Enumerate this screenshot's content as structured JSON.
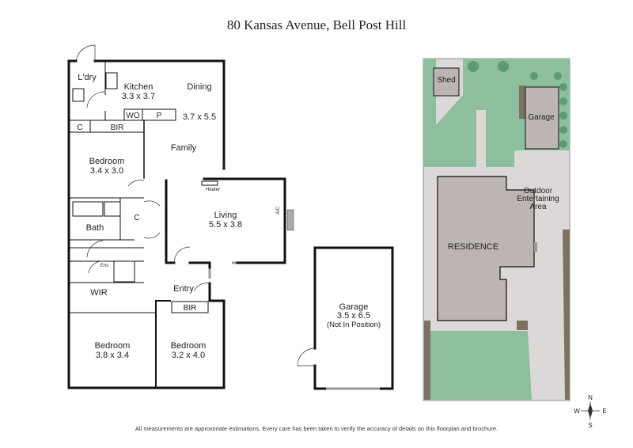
{
  "title": "80 Kansas Avenue, Bell Post Hill",
  "disclaimer": "All measurements are approximate estimations. Every care has been taken to verify the accuracy of details on this floorplan and brochure.",
  "floorplan": {
    "rooms": {
      "laundry": "L'dry",
      "kitchen": "Kitchen",
      "kitchen_size": "3.3 x 3.7",
      "dining": "Dining",
      "dining_size": "3.7 x 5.5",
      "wo": "WO",
      "pantry": "P",
      "cupboard1": "C",
      "bir1": "BIR",
      "family": "Family",
      "bedroom1": "Bedroom",
      "bedroom1_size": "3.4 x 3.0",
      "heater": "Heater",
      "bath": "Bath",
      "cupboard2": "C",
      "living": "Living",
      "living_size": "5.5 x 3.8",
      "ac": "A/C",
      "ens": "Ens",
      "wir": "WIR",
      "entry": "Entry",
      "bir2": "BIR",
      "bedroom2": "Bedroom",
      "bedroom2_size": "3.8 x 3.4",
      "bedroom3": "Bedroom",
      "bedroom3_size": "3.2 x 4.0"
    },
    "garage": {
      "label": "Garage",
      "size": "3.5 x 6.5",
      "note": "(Not In Position)"
    }
  },
  "siteplan": {
    "shed": "Shed",
    "garage": "Garage",
    "outdoor": [
      "Outdoor",
      "Entertaining",
      "Area"
    ],
    "residence": "RESIDENCE",
    "colors": {
      "lawn": "#8dbf9e",
      "paving": "#dcd8d7",
      "building": "#bdb5b2",
      "garden_bed": "#7d7262"
    }
  },
  "compass": {
    "n": "N",
    "s": "S",
    "e": "E",
    "w": "W"
  }
}
